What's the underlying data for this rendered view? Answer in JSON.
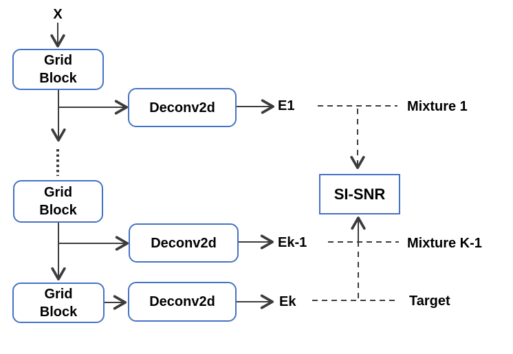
{
  "input_label": "X",
  "blocks": {
    "grid_blocks": [
      "Grid Block",
      "Grid Block",
      "Grid Block"
    ],
    "deconv_blocks": [
      "Deconv2d",
      "Deconv2d",
      "Deconv2d"
    ],
    "loss_block": "SI-SNR"
  },
  "estimates": [
    "E1",
    "Ek-1",
    "Ek"
  ],
  "references": [
    "Mixture 1",
    "Mixture K-1",
    "Target"
  ],
  "colors": {
    "box_border": "#4472C4",
    "box_fill": "#FFFFFF",
    "connector": "#3B3B3B",
    "text": "#000000",
    "background": "#FFFFFF"
  }
}
